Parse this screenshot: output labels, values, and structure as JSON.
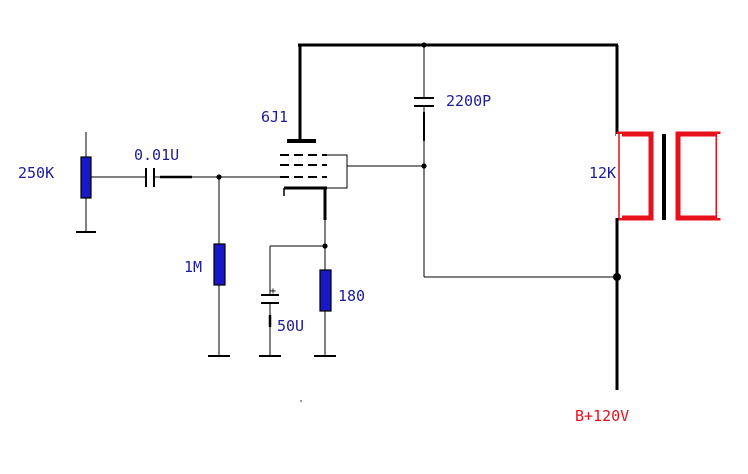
{
  "labels": {
    "pot": "250K",
    "coupling_cap": "0.01U",
    "grid_resistor": "1M",
    "tube": "6J1",
    "plate_cap": "2200P",
    "transformer": "12K",
    "cathode_cap": "50U",
    "cathode_cap_polarity": "+",
    "cathode_resistor": "180",
    "supply": "B+120V"
  },
  "colors": {
    "wire": "#000000",
    "component_fill": "#1818c8",
    "label_blue": "#1c1c9a",
    "transformer": "#e8101a",
    "supply_label": "#e8101a"
  }
}
